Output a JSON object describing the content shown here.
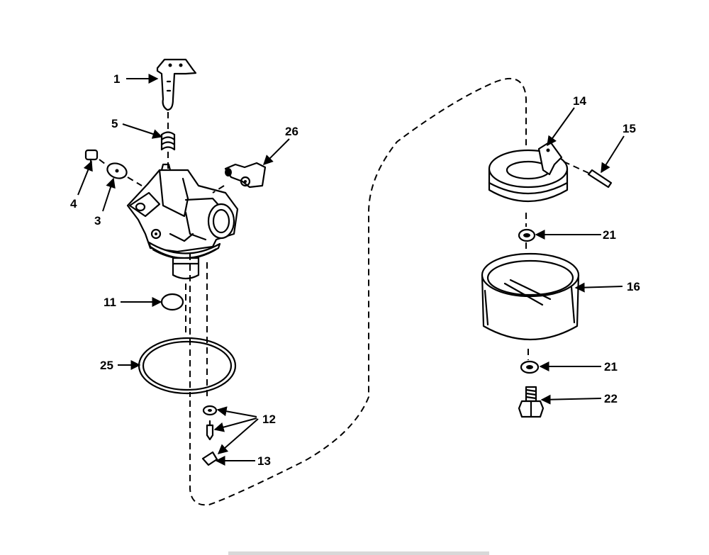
{
  "callouts": {
    "c1": "1",
    "c5": "5",
    "c26": "26",
    "c4": "4",
    "c3": "3",
    "c11": "11",
    "c25": "25",
    "c12": "12",
    "c13": "13",
    "c14": "14",
    "c15": "15",
    "c21a": "21",
    "c16": "16",
    "c21b": "21",
    "c22": "22"
  }
}
